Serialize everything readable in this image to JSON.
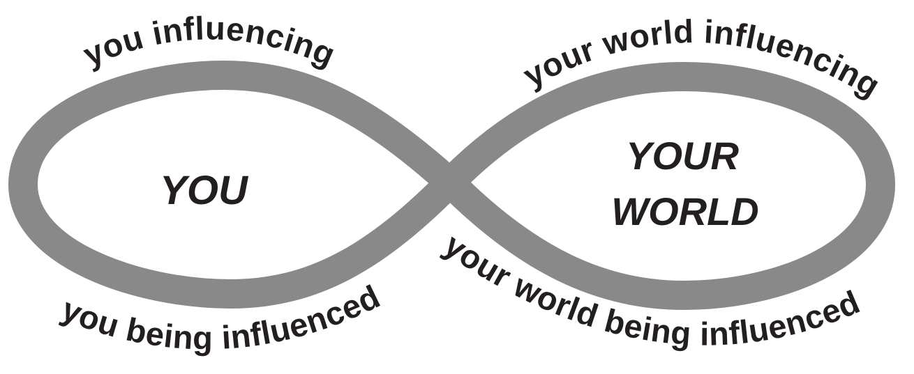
{
  "diagram": {
    "curve_color": "#898989",
    "text_color": "#231f20",
    "background_color": "#ffffff",
    "left_loop": {
      "center_label": "YOU",
      "top_arc_label": "you influencing",
      "bottom_arc_label": "you being influenced"
    },
    "right_loop": {
      "center_label_line1": "YOUR",
      "center_label_line2": "WORLD",
      "top_arc_label": "your world influencing",
      "bottom_arc_label": "your world being influenced"
    }
  }
}
